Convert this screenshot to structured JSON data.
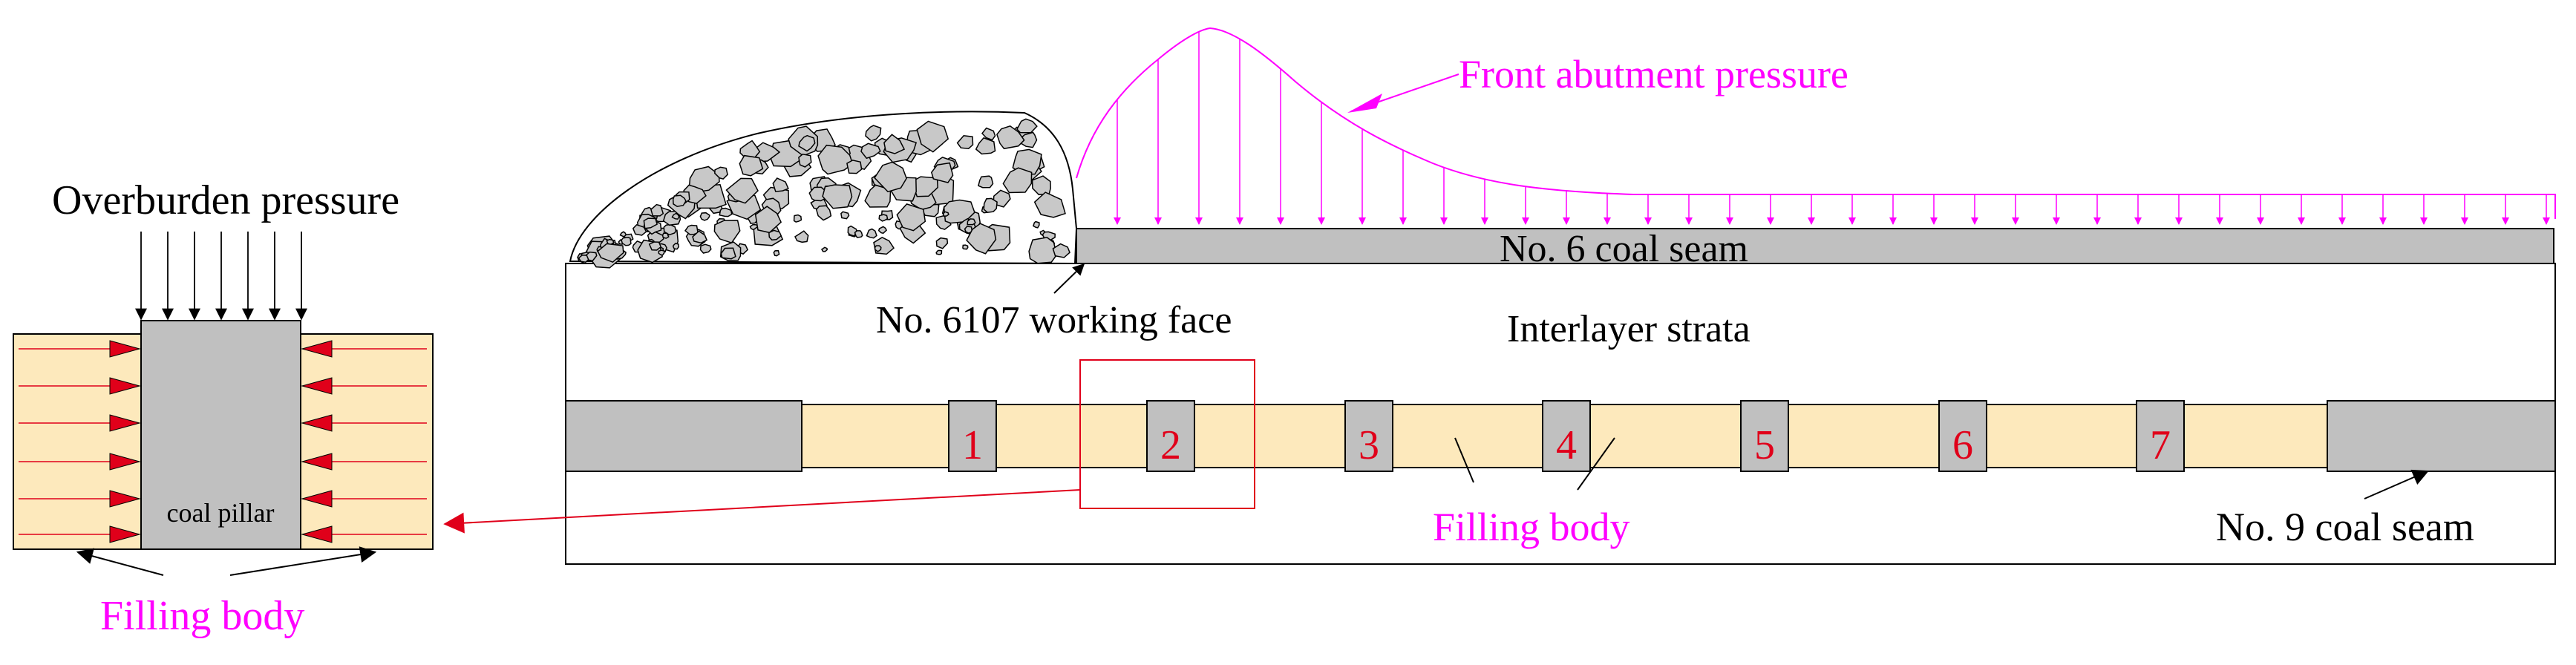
{
  "labels": {
    "front_abutment_pressure": "Front abutment pressure",
    "overburden_pressure": "Overburden pressure",
    "no6_coal_seam": "No. 6 coal seam",
    "working_face": "No. 6107 working face",
    "interlayer_strata": "Interlayer strata",
    "filling_body_main": "Filling body",
    "filling_body_detail": "Filling body",
    "no9_coal_seam": "No. 9 coal seam",
    "coal_pillar": "coal pillar"
  },
  "pillars": [
    "1",
    "2",
    "3",
    "4",
    "5",
    "6",
    "7"
  ],
  "colors": {
    "coal": "#c0c0c0",
    "filling": "#fde9bc",
    "stress_line": "#ff00ff",
    "pillar_number": "#e0001a",
    "arrow_red": "#e0001a",
    "rock_fill": "#c8c8c8"
  }
}
